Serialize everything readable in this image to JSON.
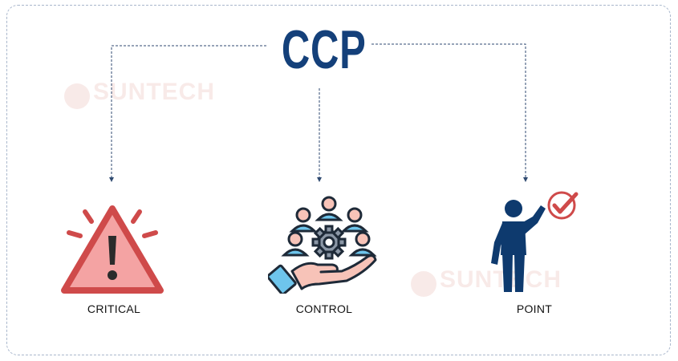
{
  "diagram": {
    "title": "CCP",
    "nodes": [
      {
        "id": "critical",
        "label": "CRITICAL",
        "icon": "warning-triangle-icon"
      },
      {
        "id": "control",
        "label": "CONTROL",
        "icon": "hand-people-gear-icon"
      },
      {
        "id": "point",
        "label": "POINT",
        "icon": "person-pointing-check-icon"
      }
    ],
    "watermark": {
      "brand": "SUNTECH"
    },
    "colors": {
      "title": "#14407a",
      "connector": "#2f4a70",
      "warning_fill": "#f4a3a3",
      "warning_stroke": "#cf4a4a",
      "person": "#0e3a6e",
      "check": "#cf4a4a",
      "people_blue": "#6ec5ec",
      "people_skin": "#f7c3b8"
    }
  }
}
